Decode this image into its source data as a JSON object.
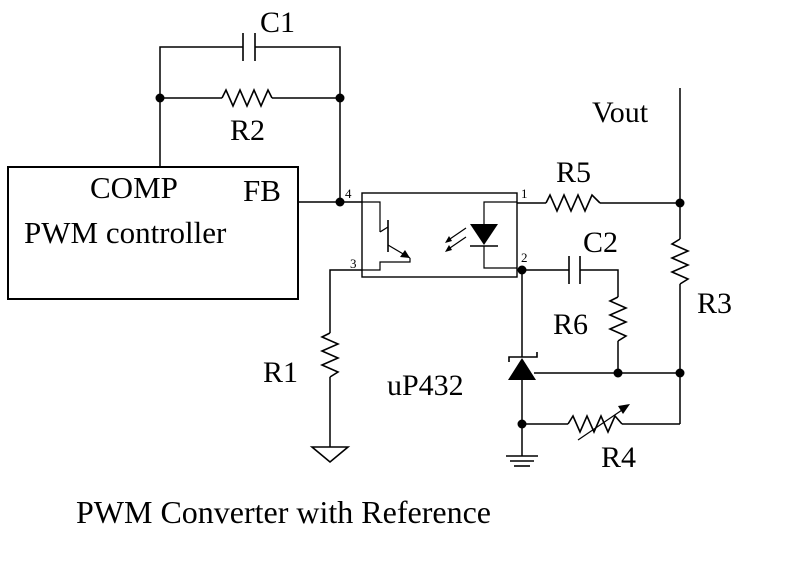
{
  "title": "PWM Converter with Reference",
  "controller": {
    "comp_label": "COMP",
    "name": "PWM controller",
    "fb_label": "FB"
  },
  "components": {
    "c1": "C1",
    "c2": "C2",
    "r1": "R1",
    "r2": "R2",
    "r3": "R3",
    "r4": "R4",
    "r5": "R5",
    "r6": "R6",
    "shunt_ref": "uP432",
    "vout": "Vout"
  },
  "optocoupler_pins": [
    "1",
    "2",
    "3",
    "4"
  ]
}
